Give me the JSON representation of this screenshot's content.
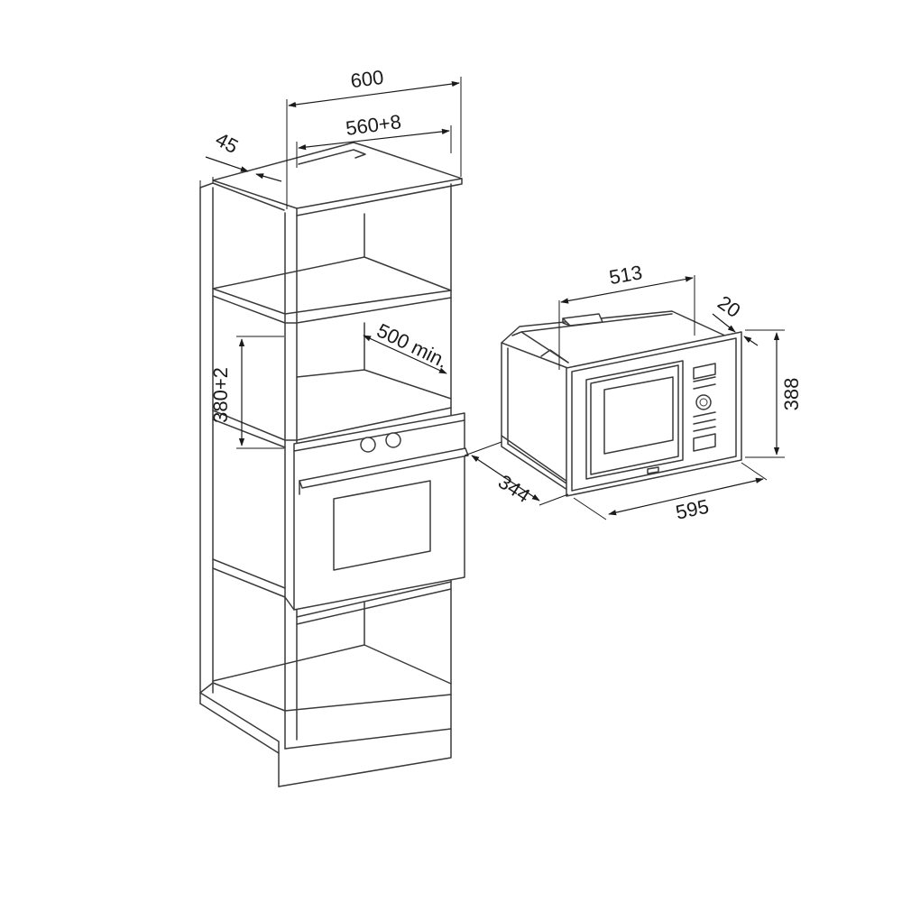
{
  "colors": {
    "line": "#3a3a3a",
    "dimension": "#1a1a1a",
    "background": "#ffffff"
  },
  "dimensions": {
    "cabinet_width": "600",
    "niche_width": "560+8",
    "side_thickness": "45",
    "niche_height": "380+2",
    "niche_depth": "500 min.",
    "appliance_depth": "513",
    "frame_depth": "20",
    "appliance_height": "388",
    "body_depth": "344",
    "appliance_width": "595"
  }
}
